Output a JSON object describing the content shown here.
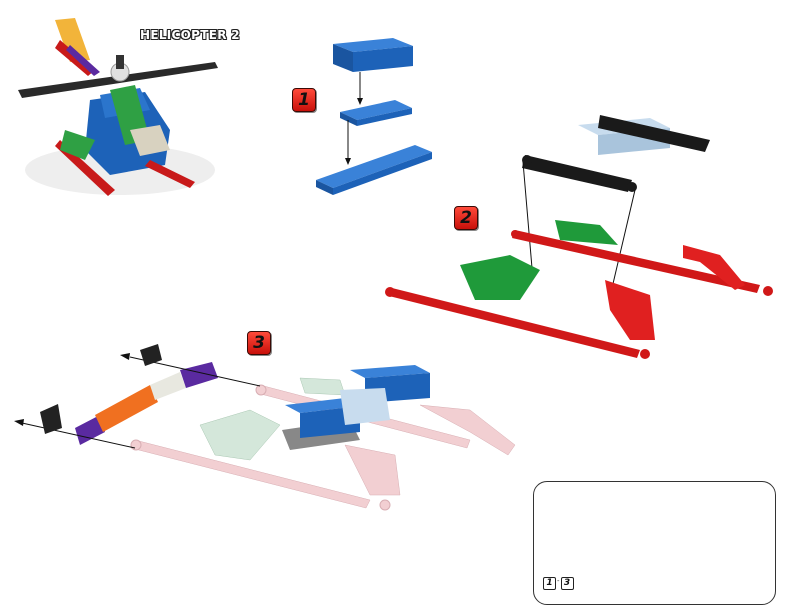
{
  "model": {
    "title": "HELICOPTER 2"
  },
  "steps": [
    {
      "number": "1",
      "description": "Stack blue 2x4 brick onto blue 2x3 plate onto blue 2x6 plate"
    },
    {
      "number": "2",
      "description": "Attach black connector rods with light blue brick onto red skids with green and red connectors"
    },
    {
      "number": "3",
      "description": "Attach purple/orange rod assembly and black clips to skid assembly"
    }
  ],
  "final_view": {
    "range_start": "1",
    "range_end": "3",
    "range_separator": "-"
  },
  "colors": {
    "badge_red": "#e02418",
    "brick_blue": "#1d62b8",
    "skid_red": "#d01818",
    "connector_green": "#1f9a3a",
    "rod_black": "#1a1a1a",
    "brick_light_blue": "#bcd3e6",
    "ghost_pink": "#f2cfd2",
    "ghost_green": "#d4e7da",
    "purple": "#5a2aa0",
    "orange": "#f07020"
  }
}
